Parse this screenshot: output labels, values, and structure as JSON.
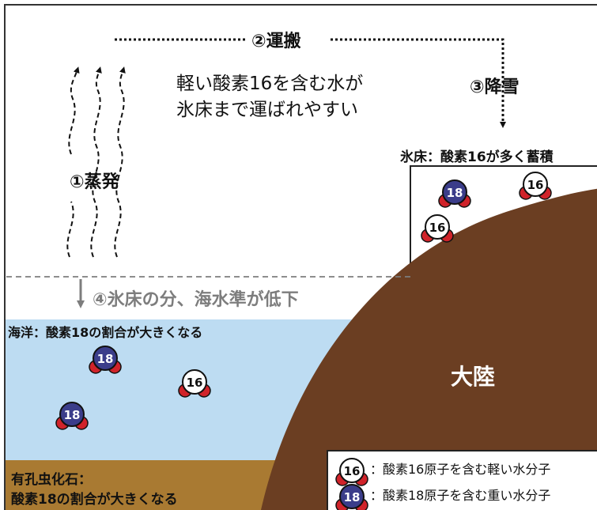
{
  "labels": {
    "transport": "②運搬",
    "snowfall": "③降雪",
    "evaporation": "①蒸発",
    "explanation": [
      "軽い酸素16を含む水が",
      "氷床まで運ばれやすい"
    ],
    "ice_sheet": "氷床：酸素16が多く蓄積",
    "sea_level_drop": "④氷床の分、海水準が低下",
    "ocean": "海洋：酸素18の割合が大きくなる",
    "continent": "大陸",
    "foraminifera": [
      "有孔虫化石：",
      "酸素18の割合が大きくなる"
    ]
  },
  "molecules": {
    "light_number": "16",
    "heavy_number": "18"
  },
  "legend": {
    "light": "：酸素16原子を含む軽い水分子",
    "heavy": "：酸素18原子を含む重い水分子"
  },
  "colors": {
    "ocean": "#bddcf2",
    "continent": "#6b3e22",
    "sediment": "#a97a32",
    "heavy_molecule": "#3b3d8a",
    "hydrogen": "#d0232a",
    "sea_level_text": "#7d7d7d"
  }
}
